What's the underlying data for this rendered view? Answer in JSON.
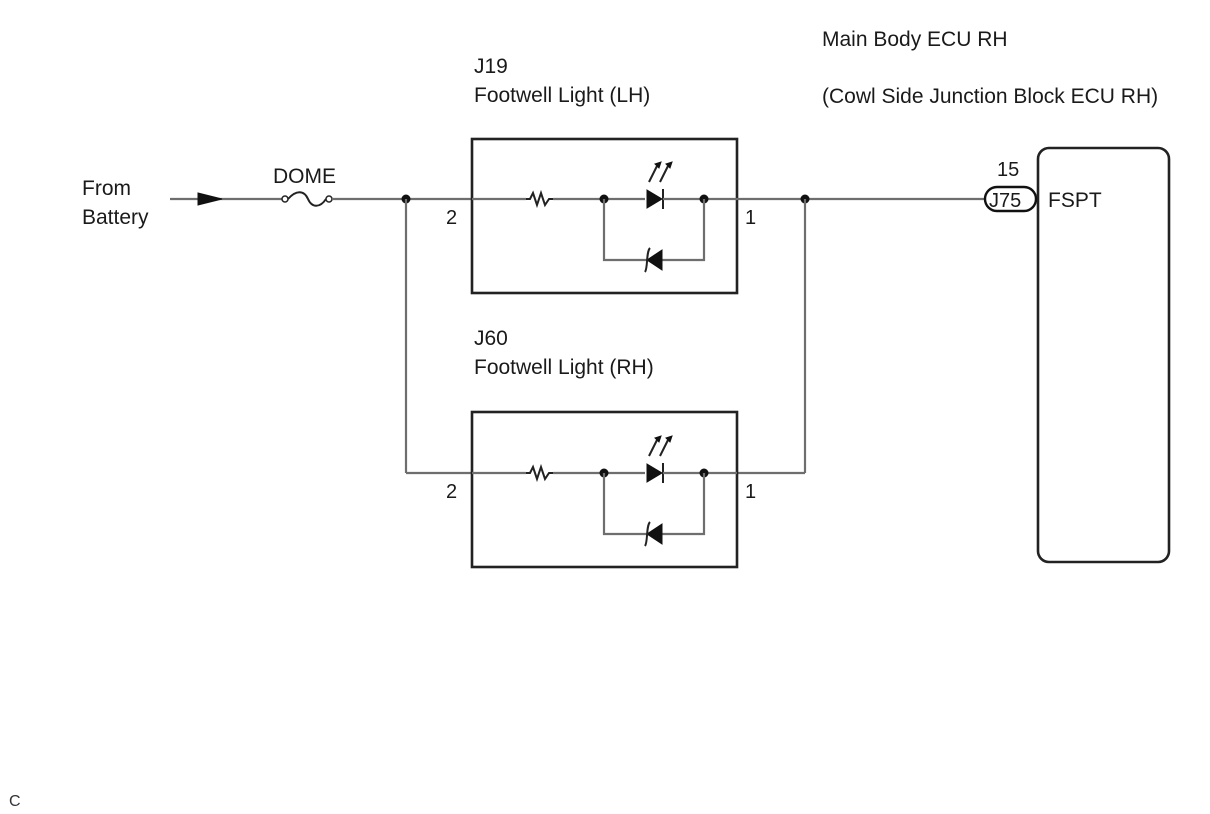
{
  "source": {
    "label": [
      "From",
      "Battery"
    ]
  },
  "fuse": {
    "name": "DOME"
  },
  "components": [
    {
      "id": "J19",
      "name": "Footwell Light (LH)",
      "pin_in": "2",
      "pin_out": "1"
    },
    {
      "id": "J60",
      "name": "Footwell Light (RH)",
      "pin_in": "2",
      "pin_out": "1"
    }
  ],
  "ecu": {
    "title": "Main Body ECU RH",
    "subtitle": "(Cowl Side Junction Block ECU RH)",
    "connector": "J75",
    "pin": "15",
    "terminal": "FSPT"
  },
  "footer": {
    "code": "C"
  }
}
